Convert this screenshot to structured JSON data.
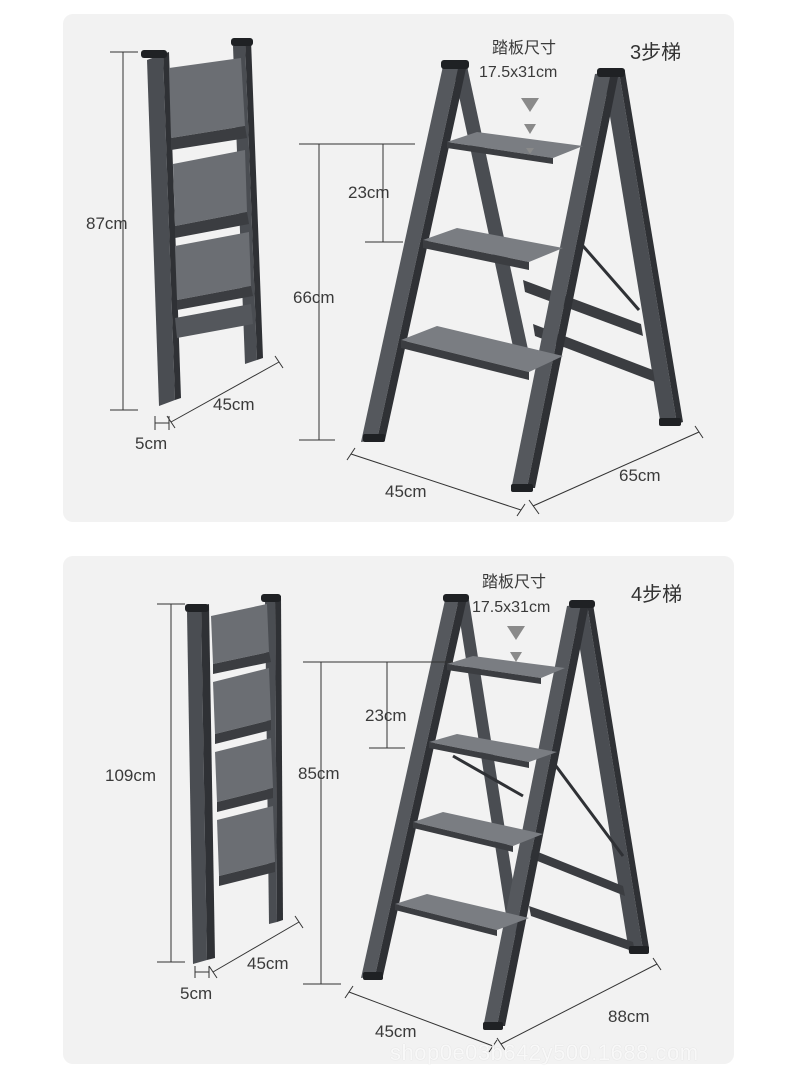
{
  "panels": [
    {
      "title": "3步梯",
      "tread_label": "踏板尺寸",
      "tread_size": "17.5x31cm",
      "folded_height": "87cm",
      "folded_depth": "45cm",
      "folded_thickness": "5cm",
      "step_spacing": "23cm",
      "top_step_height": "66cm",
      "width": "45cm",
      "open_depth": "65cm"
    },
    {
      "title": "4步梯",
      "tread_label": "踏板尺寸",
      "tread_size": "17.5x31cm",
      "folded_height": "109cm",
      "folded_depth": "45cm",
      "folded_thickness": "5cm",
      "step_spacing": "23cm",
      "top_step_height": "85cm",
      "width": "45cm",
      "open_depth": "88cm"
    }
  ],
  "watermark": "shop0e03b642y500.1688.com",
  "colors": {
    "panel_bg": "#f2f2f2",
    "frame": "#4a4d52",
    "frame_dark": "#2f3135",
    "tread": "#6b6e73",
    "dimension_line": "#333333",
    "arrow": "#8a8a8a"
  }
}
